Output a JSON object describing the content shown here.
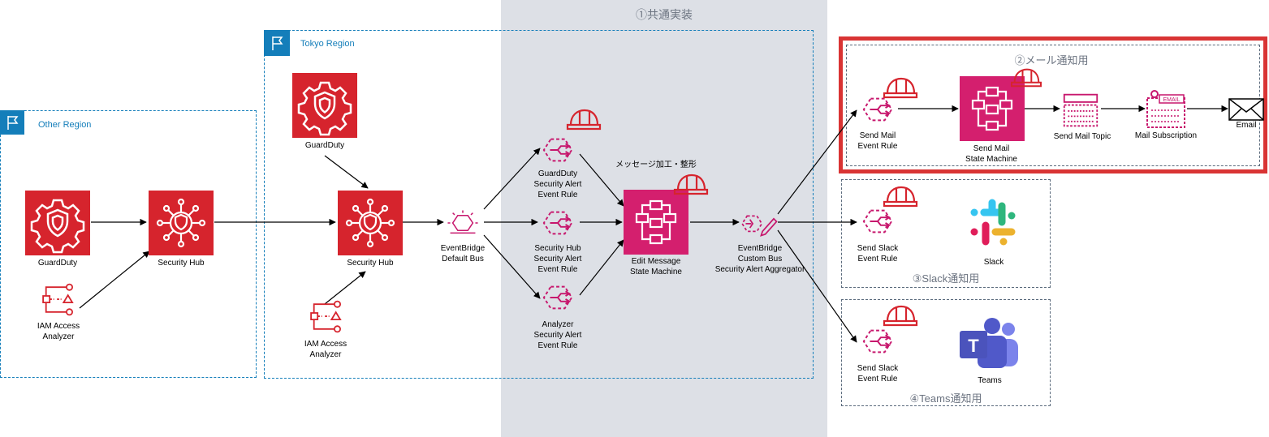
{
  "sections": {
    "common": "①共通実装",
    "mail": "②メール通知用",
    "slack": "③Slack通知用",
    "teams": "④Teams通知用"
  },
  "regions": {
    "other": "Other Region",
    "tokyo": "Tokyo Region"
  },
  "labels": {
    "other_guardduty": "GuardDuty",
    "other_securityhub": "Security Hub",
    "other_iam": [
      "IAM Access",
      "Analyzer"
    ],
    "tokyo_guardduty": "GuardDuty",
    "tokyo_securityhub": "Security Hub",
    "tokyo_iam": [
      "IAM Access",
      "Analyzer"
    ],
    "default_bus": [
      "EventBridge",
      "Default Bus"
    ],
    "gd_rule": [
      "GuardDuty",
      "Security Alert",
      "Event Rule"
    ],
    "sh_rule": [
      "Security Hub",
      "Security Alert",
      "Event Rule"
    ],
    "an_rule": [
      "Analyzer",
      "Security Alert",
      "Event Rule"
    ],
    "msg_note": "メッセージ加工・整形",
    "edit_sm": [
      "Edit Message",
      "State Machine"
    ],
    "custom_bus": [
      "EventBridge",
      "Custom Bus",
      "Security Alert Aggregator"
    ],
    "mail_rule": [
      "Send Mail",
      "Event Rule"
    ],
    "mail_sm": [
      "Send Mail",
      "State Machine"
    ],
    "mail_topic": "Send Mail Topic",
    "mail_sub": "Mail Subscription",
    "email_badge": "EMAIL",
    "email": "Email",
    "slack_rule": [
      "Send Slack",
      "Event Rule"
    ],
    "slack": "Slack",
    "teams_rule": [
      "Send Slack",
      "Event Rule"
    ],
    "teams": "Teams",
    "teams_glyph": "T"
  },
  "colors": {
    "security_red": "#D6242D",
    "pink": "#C7176D",
    "region_blue": "#147EBA",
    "highlight_red": "#D93434",
    "gray_band": "#DDE0E6",
    "dashed_gray": "#5A6A7C",
    "teams_purple": "#5059C9"
  }
}
